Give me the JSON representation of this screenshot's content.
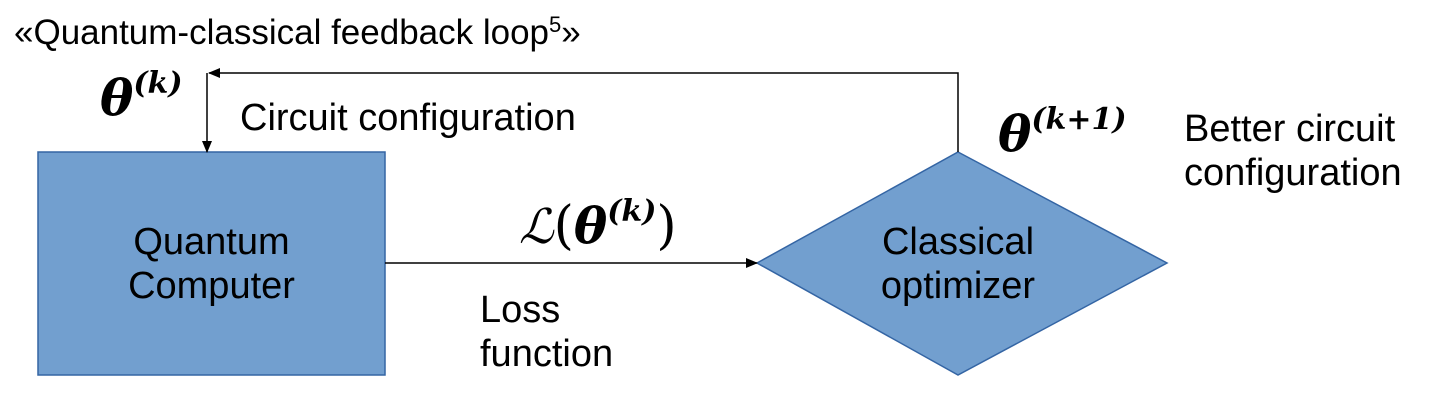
{
  "title": {
    "text": "«Quantum-classical feedback loop",
    "footnote": "5",
    "close": "»"
  },
  "theta_k": {
    "symbol": "θ",
    "superscript": "(k)"
  },
  "theta_k1": {
    "symbol": "θ",
    "superscript": "(k+1)"
  },
  "loss": {
    "script": "ℒ",
    "open": "(",
    "symbol": "θ",
    "superscript": "(k)",
    "close": ")"
  },
  "labels": {
    "circuit_configuration": "Circuit configuration",
    "better_line1": "Better circuit",
    "better_line2": "configuration",
    "loss_line1": "Loss",
    "loss_line2": "function"
  },
  "nodes": {
    "quantum_computer": {
      "line1": "Quantum",
      "line2": "Computer"
    },
    "classical_optimizer": {
      "line1": "Classical",
      "line2": "optimizer"
    }
  },
  "colors": {
    "node_fill": "#729fcf",
    "node_stroke": "#3465a4",
    "arrow": "#000000"
  }
}
